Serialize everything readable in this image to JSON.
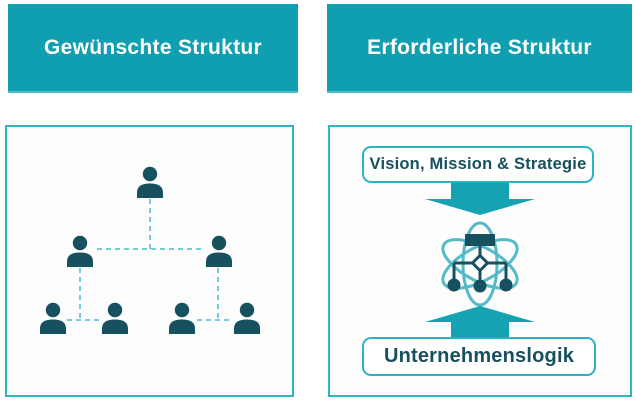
{
  "left_panel": {
    "header_label": "Gewünschte Struktur",
    "org_chart": {
      "type": "hierarchy",
      "rows_of_people": [
        1,
        2,
        4
      ],
      "total_people": 7,
      "connector_style": "dashed"
    }
  },
  "right_panel": {
    "header_label": "Erforderliche Struktur",
    "top_box_label": "Vision, Mission & Strategie",
    "bottom_box_label": "Unternehmenslogik",
    "center_icon": "atom-network-icon",
    "flow_icons": [
      "arrow-down-icon",
      "arrow-up-icon"
    ]
  },
  "colors": {
    "header_teal": "#0f9fb1",
    "header_text": "#ffffff",
    "box_border_teal": "#2db6c6",
    "label_border_teal": "#2bb3c3",
    "dark_teal": "#17505f",
    "dashed_line_teal": "#74cdd9",
    "orbit_teal": "#54bac8",
    "arrow_teal": "#16a2b3",
    "box_background": "#fdfdfd"
  }
}
